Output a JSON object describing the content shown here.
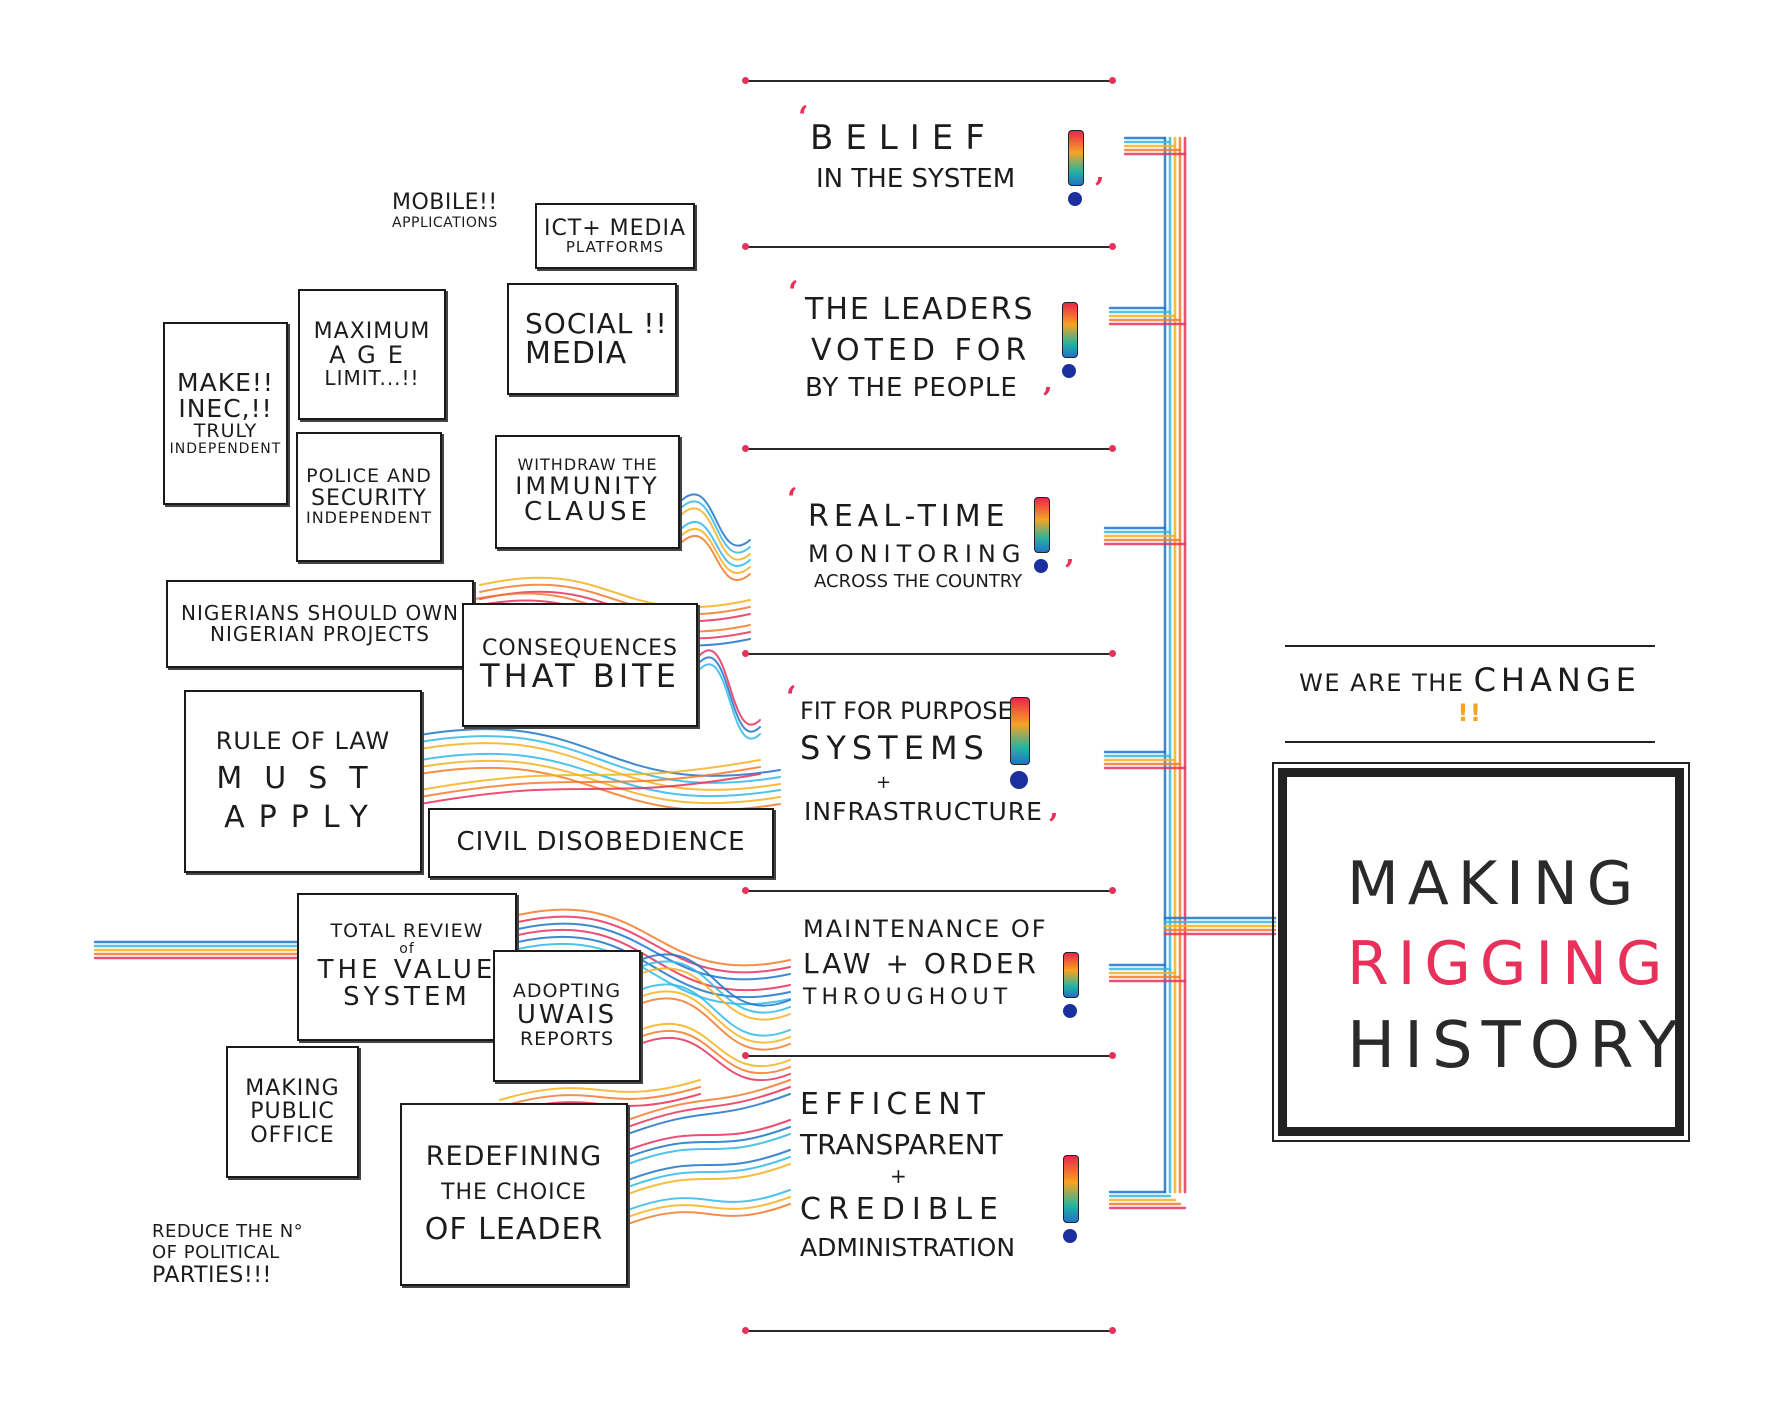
{
  "colors": {
    "red": "#e8315a",
    "blue": "#1f74c8",
    "cyan": "#31b8e8",
    "yellow": "#f6b21f",
    "orange": "#f37a2a",
    "ink": "#1c1c1c"
  },
  "left_notes": {
    "make_inec": [
      "MAKE!!",
      "INEC,!!",
      "TRULY",
      "INDEPENDENT"
    ],
    "max_age": [
      "MAXIMUM",
      "AGE",
      "LIMIT...!!"
    ],
    "mobile": [
      "MOBILE!!",
      "APPLICATIONS"
    ],
    "ict": [
      "ICT+ MEDIA",
      "PLATFORMS"
    ],
    "social": [
      "SOCIAL !!",
      "MEDIA"
    ],
    "police": [
      "POLICE AND",
      "SECURITY",
      "INDEPENDENT"
    ],
    "immunity": [
      "WITHDRAW THE",
      "IMMUNITY",
      "CLAUSE"
    ],
    "nigerians": [
      "NIGERIANS SHOULD OWN",
      "NIGERIAN PROJECTS"
    ],
    "consequences": [
      "CONSEQUENCES",
      "THAT BITE"
    ],
    "rule_of_law": [
      "RULE OF LAW",
      "MUST",
      "APPLY"
    ],
    "civil": [
      "CIVIL DISOBEDIENCE"
    ],
    "total_review": [
      "TOTAL REVIEW",
      "OF",
      "THE VALUE",
      "SYSTEM"
    ],
    "uwais": [
      "ADOPTING",
      "UWAIS",
      "REPORTS"
    ],
    "public_office": [
      "MAKING",
      "PUBLIC",
      "OFFICE"
    ],
    "redefining": [
      "REDEFINING",
      "THE CHOICE",
      "OF LEADER"
    ],
    "reduce": [
      "REDUCE THE N°",
      "OF POLITICAL",
      "PARTIES!!!"
    ]
  },
  "center_items": [
    [
      "BELIEF",
      "IN THE SYSTEM"
    ],
    [
      "THE LEADERS",
      "VOTED FOR",
      "BY THE PEOPLE"
    ],
    [
      "REAL-TIME",
      "MONITORING",
      "ACROSS THE COUNTRY"
    ],
    [
      "FIT FOR PURPOSE",
      "SYSTEMS",
      "+",
      "INFRASTRUCTURE"
    ],
    [
      "MAINTENANCE OF",
      "LAW + ORDER",
      "THROUGHOUT"
    ],
    [
      "EFFICENT",
      "TRANSPARENT",
      "+",
      "CREDIBLE",
      "ADMINISTRATION"
    ]
  ],
  "slogan": {
    "part1": "WE ARE THE",
    "part2": "CHANGE",
    "mark": "!!"
  },
  "main_title": {
    "line1": "MAKING",
    "line2": "RIGGING",
    "line3": "HISTORY"
  }
}
